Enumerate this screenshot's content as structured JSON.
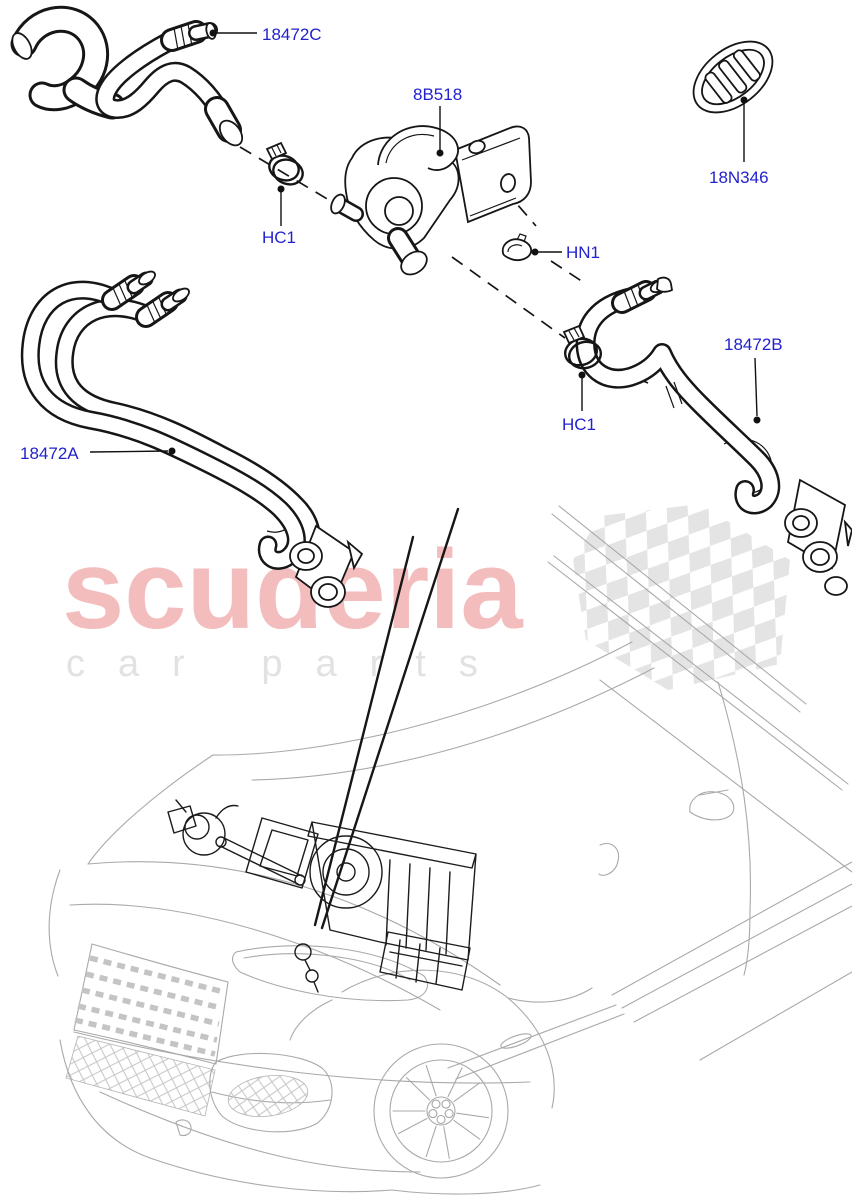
{
  "watermark": {
    "primary": "scuderia",
    "secondary": "car parts"
  },
  "labels": [
    {
      "id": "18472C",
      "text": "18472C"
    },
    {
      "id": "8B518",
      "text": "8B518"
    },
    {
      "id": "18N346",
      "text": "18N346"
    },
    {
      "id": "HC1-upper",
      "text": "HC1"
    },
    {
      "id": "HN1",
      "text": "HN1"
    },
    {
      "id": "18472B",
      "text": "18472B"
    },
    {
      "id": "HC1-lower",
      "text": "HC1"
    },
    {
      "id": "18472A",
      "text": "18472A"
    }
  ],
  "colors": {
    "label": "#2222cd",
    "part": "#161616",
    "car": "#a9a9a9",
    "wm1": "#f4bdbd",
    "wm2": "#e2e2e2",
    "flag": "#e4e4e4"
  }
}
